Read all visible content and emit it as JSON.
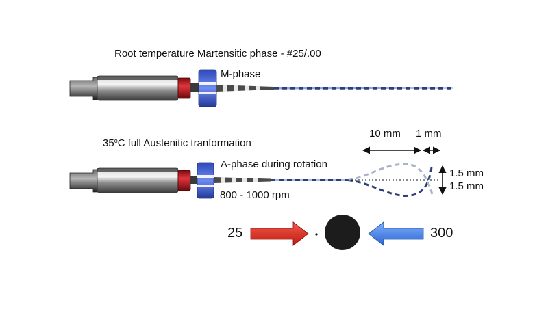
{
  "top_file": {
    "title": "Root temperature Martensitic phase - #25/.00",
    "phase_label": "M-phase"
  },
  "bottom_file": {
    "title_prefix": "35",
    "title_sup": "o",
    "title_rest": "C full Austenitic tranformation",
    "phase_label": "A-phase during rotation",
    "speed_label": "800 - 1000 rpm",
    "dim_length": "10 mm",
    "dim_tip": "1 mm",
    "dim_amp_upper": "1.5 mm",
    "dim_amp_lower": "1.5 mm"
  },
  "cross_section": {
    "left_value": "25",
    "right_value": "300",
    "left_arrow_color": "#e0261b",
    "right_arrow_color": "#3c7be0"
  },
  "colors": {
    "ring_red": "#c8131e",
    "stopper_blue": "#3f5fd6",
    "handle_dark": "#2a2a2a",
    "shank_metal": "#8a8a8a",
    "wire_blue": "#2c3f7a",
    "dot": "#111111"
  }
}
